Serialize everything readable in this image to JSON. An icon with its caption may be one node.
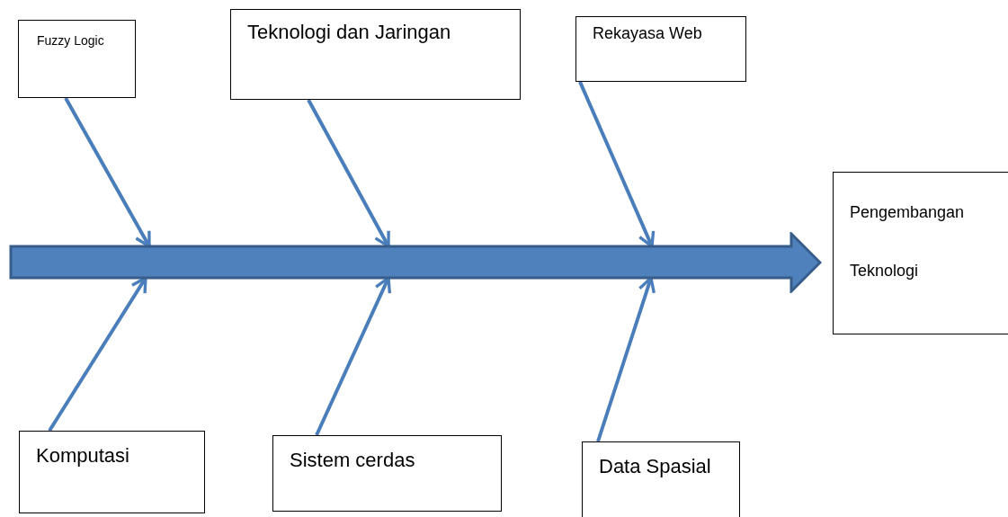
{
  "diagram": {
    "nodes": [
      {
        "text": [
          "Fuzzy Logic"
        ]
      },
      {
        "text": [
          "Teknologi dan Jaringan"
        ]
      },
      {
        "text": [
          "Rekayasa Web"
        ]
      },
      {
        "text": [
          "Pengembangan Teknologi"
        ]
      },
      {
        "text": [
          "Komputasi"
        ]
      },
      {
        "text": [
          "Sistem cerdas"
        ]
      },
      {
        "text": [
          "Data Spasial"
        ]
      },
      {
        "text": [],
        "shape": "arrow"
      }
    ],
    "edges": [
      {
        "from": 0,
        "to": 7,
        "arrow": "to"
      },
      {
        "from": 1,
        "to": 7,
        "arrow": "to"
      },
      {
        "from": 2,
        "to": 7,
        "arrow": "to"
      },
      {
        "from": 4,
        "to": 7,
        "arrow": "to"
      },
      {
        "from": 5,
        "to": 7,
        "arrow": "to"
      },
      {
        "from": 6,
        "to": 7,
        "arrow": "to"
      }
    ]
  }
}
